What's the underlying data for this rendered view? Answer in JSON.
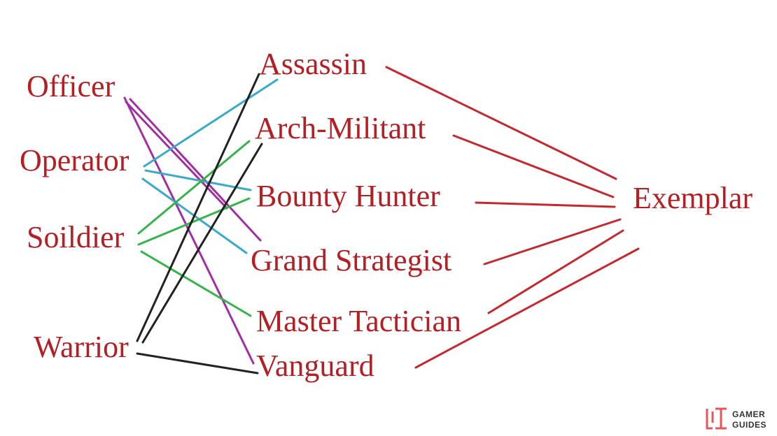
{
  "diagram": {
    "colors": {
      "label": "#b51f24",
      "officer_links": "#a32ea3",
      "operator_links": "#3aaacb",
      "soldier_links": "#33b54a",
      "warrior_links": "#222222",
      "exemplar_links": "#c5282e",
      "logo_accent": "#e6555a"
    },
    "base_classes": {
      "officer": "Officer",
      "operator": "Operator",
      "soldier": "Soildier",
      "warrior": "Warrior"
    },
    "advanced_classes": {
      "assassin": "Assassin",
      "arch_militant": "Arch-Militant",
      "bounty_hunter": "Bounty Hunter",
      "grand_strategist": "Grand Strategist",
      "master_tactician": "Master Tactician",
      "vanguard": "Vanguard"
    },
    "final_class": {
      "exemplar": "Exemplar"
    },
    "links": [
      {
        "from": "officer",
        "to": "grand_strategist",
        "color_key": "officer_links"
      },
      {
        "from": "officer",
        "to": "master_tactician",
        "color_key": "officer_links"
      },
      {
        "from": "officer",
        "to": "vanguard",
        "color_key": "officer_links"
      },
      {
        "from": "operator",
        "to": "assassin",
        "color_key": "operator_links"
      },
      {
        "from": "operator",
        "to": "bounty_hunter",
        "color_key": "operator_links"
      },
      {
        "from": "operator",
        "to": "grand_strategist",
        "color_key": "operator_links"
      },
      {
        "from": "soldier",
        "to": "arch_militant",
        "color_key": "soldier_links"
      },
      {
        "from": "soldier",
        "to": "bounty_hunter",
        "color_key": "soldier_links"
      },
      {
        "from": "soldier",
        "to": "master_tactician",
        "color_key": "soldier_links"
      },
      {
        "from": "warrior",
        "to": "assassin",
        "color_key": "warrior_links"
      },
      {
        "from": "warrior",
        "to": "arch_militant",
        "color_key": "warrior_links"
      },
      {
        "from": "warrior",
        "to": "vanguard",
        "color_key": "warrior_links"
      },
      {
        "from": "assassin",
        "to": "exemplar",
        "color_key": "exemplar_links"
      },
      {
        "from": "arch_militant",
        "to": "exemplar",
        "color_key": "exemplar_links"
      },
      {
        "from": "bounty_hunter",
        "to": "exemplar",
        "color_key": "exemplar_links"
      },
      {
        "from": "grand_strategist",
        "to": "exemplar",
        "color_key": "exemplar_links"
      },
      {
        "from": "master_tactician",
        "to": "exemplar",
        "color_key": "exemplar_links"
      },
      {
        "from": "vanguard",
        "to": "exemplar",
        "color_key": "exemplar_links"
      }
    ]
  },
  "logo": {
    "icon": "gamer-guides-logo-icon",
    "line1": "GAMER",
    "line2": "GUIDES"
  }
}
